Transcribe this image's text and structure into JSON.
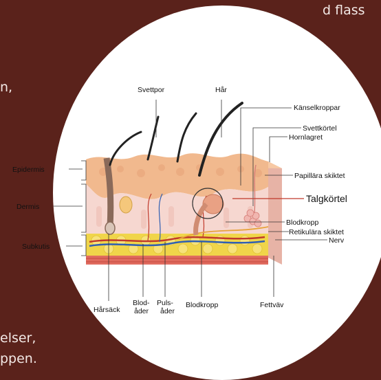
{
  "background": {
    "color": "#5a221b",
    "text_fragments": [
      "d flass",
      "n,",
      "elser,",
      "ppen."
    ]
  },
  "diagram": {
    "labels": {
      "svettpor": "Svettpor",
      "har": "Hår",
      "kanselkroppar": "Känselkroppar",
      "svettkortel": "Svettkörtel",
      "hornlagret": "Hornlagret",
      "epidermis": "Epidermis",
      "papillara_skiktet": "Papillära skiktet",
      "dermis": "Dermis",
      "talgkortel": "Talgkörtel",
      "blodkropp_right": "Blodkropp",
      "retikulara_skiktet": "Retikulära skiktet",
      "subkutis": "Subkutis",
      "nerv": "Nerv",
      "harsack": "Hårsäck",
      "blodader_1": "Blod-",
      "blodader_2": "åder",
      "pulsader_1": "Puls-",
      "pulsader_2": "åder",
      "blodkropp_bottom": "Blodkropp",
      "fettvav": "Fettväv"
    },
    "colors": {
      "epidermis": "#f1b98e",
      "dermis": "#f6d7d0",
      "subkutis": "#f0d54a",
      "highlight": "#c0392b"
    }
  }
}
